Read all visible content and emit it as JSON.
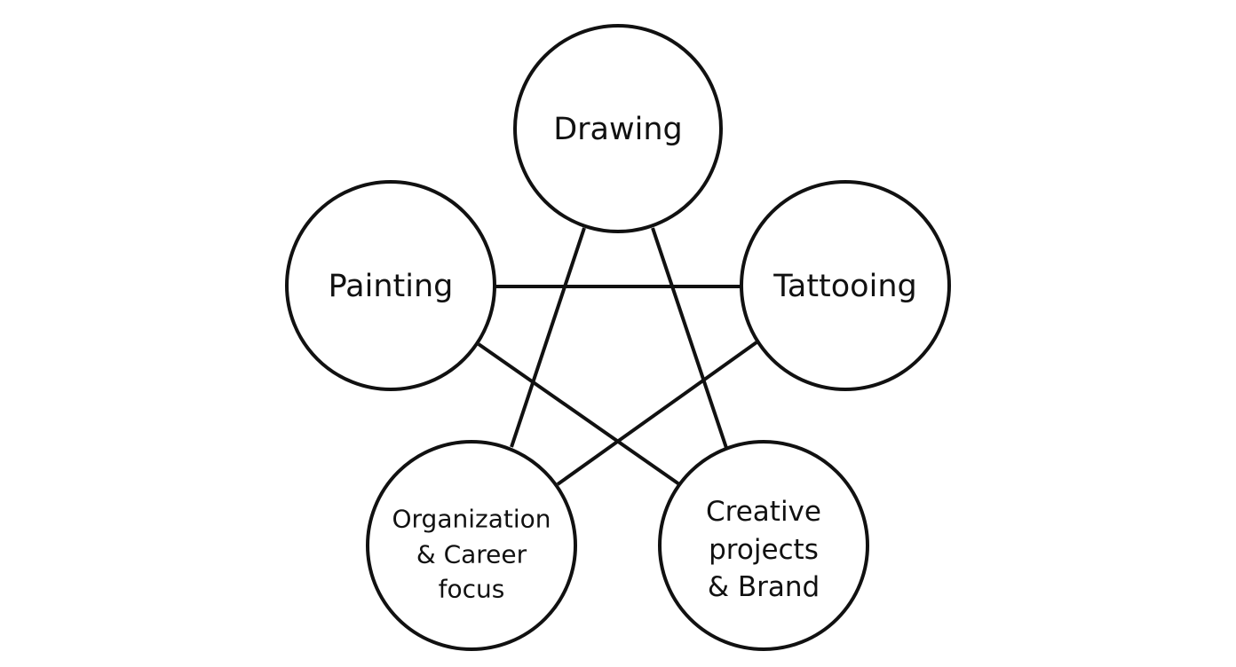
{
  "diagram": {
    "nodes": [
      {
        "id": "drawing",
        "lines": [
          "Drawing"
        ]
      },
      {
        "id": "painting",
        "lines": [
          "Painting"
        ]
      },
      {
        "id": "tattooing",
        "lines": [
          "Tattooing"
        ]
      },
      {
        "id": "organization",
        "lines": [
          "Organization",
          "& Career",
          "focus"
        ]
      },
      {
        "id": "creative",
        "lines": [
          "Creative",
          "projects",
          "& Brand"
        ]
      }
    ],
    "edges": [
      [
        "painting",
        "tattooing"
      ],
      [
        "drawing",
        "organization"
      ],
      [
        "drawing",
        "creative"
      ],
      [
        "painting",
        "creative"
      ],
      [
        "tattooing",
        "organization"
      ]
    ],
    "colors": {
      "stroke": "#111111",
      "background": "#ffffff",
      "text": "#111111"
    }
  }
}
